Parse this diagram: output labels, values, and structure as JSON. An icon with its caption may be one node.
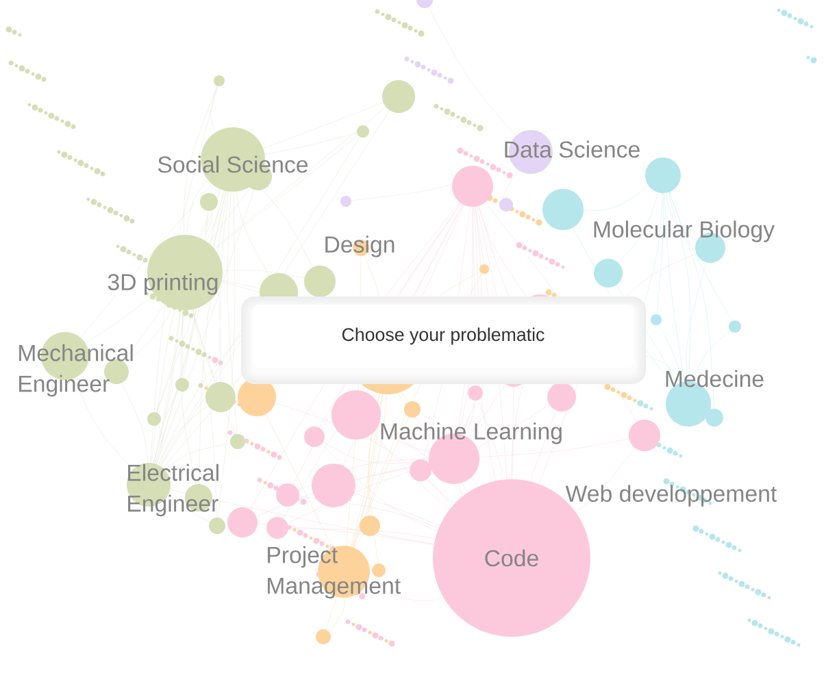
{
  "diagram": {
    "nodes": [
      {
        "text": [
          "Choose your problematic"
        ]
      }
    ],
    "labels": [
      "Social Science",
      "Data Science",
      "Molecular Biology",
      "Design",
      "3D printing",
      "Mechanical Engineer",
      "Medecine",
      "Machine Learning",
      "Electrical Engineer",
      "Web developpement",
      "Code",
      "Project Management"
    ]
  }
}
